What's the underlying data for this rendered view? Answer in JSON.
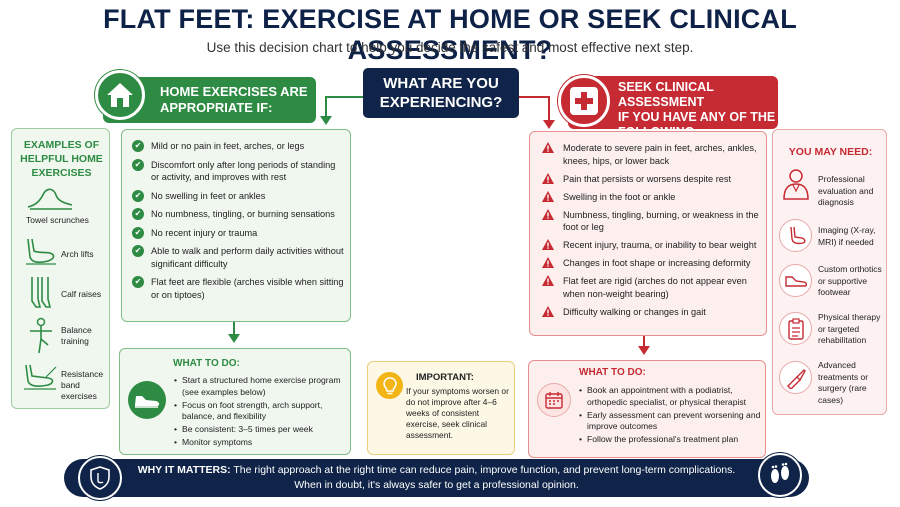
{
  "header": {
    "title": "FLAT FEET:  EXERCISE AT HOME OR SEEK CLINICAL ASSESSMENT?",
    "subtitle": "Use this decision chart to help you decide the safest and most effective next step."
  },
  "center": {
    "line1": "WHAT ARE YOU",
    "line2": "EXPERIENCING?"
  },
  "home": {
    "header_line1": "HOME EXERCISES ARE",
    "header_line2": "APPROPRIATE IF:",
    "icon": "house-icon",
    "items": [
      "Mild or no pain in feet, arches, or legs",
      "Discomfort only after long periods of standing or activity, and improves with rest",
      "No swelling in feet or ankles",
      "No numbness, tingling, or burning sensations",
      "No recent injury or trauma",
      "Able to walk and perform daily activities without significant difficulty",
      "Flat feet are flexible (arches visible when sitting or on tiptoes)"
    ],
    "todo_title": "WHAT TO DO:",
    "todo_icon": "sneaker-icon",
    "todo_items": [
      "Start a structured home exercise program (see examples below)",
      "Focus on foot strength, arch support, balance, and flexibility",
      "Be consistent: 3–5 times per week",
      "Monitor symptoms"
    ]
  },
  "examples": {
    "title_line1": "EXAMPLES OF",
    "title_line2": "HELPFUL HOME",
    "title_line3": "EXERCISES",
    "items": [
      {
        "label": "Towel scrunches",
        "icon": "towel-foot-icon"
      },
      {
        "label": "Arch lifts",
        "icon": "arch-foot-icon"
      },
      {
        "label": "Calf raises",
        "icon": "calf-raise-icon"
      },
      {
        "label": "Balance training",
        "icon": "balance-person-icon"
      },
      {
        "label": "Resistance band exercises",
        "icon": "band-foot-icon"
      }
    ]
  },
  "clinical": {
    "header_line1": "SEEK CLINICAL ASSESSMENT",
    "header_line2": "IF YOU HAVE ANY OF THE",
    "header_line3": "FOLLOWING:",
    "icon": "medical-cross-icon",
    "items": [
      "Moderate to severe pain in feet, arches, ankles, knees, hips, or lower back",
      "Pain that persists or worsens despite rest",
      "Swelling in the foot or ankle",
      "Numbness, tingling, burning, or weakness in the foot or leg",
      "Recent injury, trauma, or inability to bear weight",
      "Changes in foot shape or increasing deformity",
      "Flat feet are rigid (arches do not appear even when non-weight bearing)",
      "Difficulty walking or changes in gait"
    ],
    "todo_title": "WHAT TO DO:",
    "todo_icon": "calendar-icon",
    "todo_items": [
      "Book an appointment with a podiatrist, orthopedic specialist, or physical therapist",
      "Early assessment can prevent worsening and improve outcomes",
      "Follow the professional's treatment plan"
    ]
  },
  "need": {
    "title": "YOU MAY NEED:",
    "items": [
      {
        "label": "Professional evaluation and diagnosis",
        "icon": "doctor-icon"
      },
      {
        "label": "Imaging (X-ray, MRI) if needed",
        "icon": "foot-xray-icon"
      },
      {
        "label": "Custom orthotics or supportive footwear",
        "icon": "shoe-icon"
      },
      {
        "label": "Physical therapy or targeted rehabilitation",
        "icon": "clipboard-icon"
      },
      {
        "label": "Advanced treatments or surgery (rare cases)",
        "icon": "scalpel-icon"
      }
    ]
  },
  "important": {
    "title": "IMPORTANT:",
    "text": "If your symptoms worsen or do not improve after 4–6 weeks of consistent exercise, seek clinical assessment.",
    "icon": "lightbulb-icon"
  },
  "banner": {
    "bold": "WHY IT MATTERS:",
    "line1_rest": " The right approach at the right time can reduce pain, improve function, and prevent long-term complications.",
    "line2": "When in doubt, it's always safer to get a professional opinion.",
    "left_icon": "shield-foot-icon",
    "right_icon": "footprints-icon"
  },
  "colors": {
    "navy": "#0f2448",
    "green": "#2e8b43",
    "red": "#c62b33",
    "yellow": "#f2b515"
  }
}
